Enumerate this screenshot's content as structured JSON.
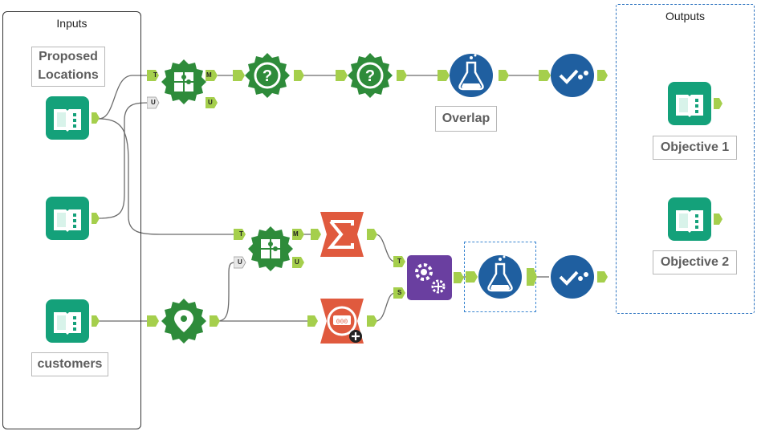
{
  "containers": {
    "inputs_title": "Inputs",
    "outputs_title": "Outputs"
  },
  "labels": {
    "proposed_locations": "Proposed\nLocations",
    "customers": "customers",
    "overlap": "Overlap",
    "objective1": "Objective 1",
    "objective2": "Objective 2"
  },
  "anchors": {
    "T": "T",
    "U": "U",
    "M": "M",
    "S": "S"
  },
  "colors": {
    "input_teal": "#14a17a",
    "spatial_green": "#2e8b3a",
    "formula_blue": "#1f5fa0",
    "summarize_orange": "#e05a3e",
    "macro_purple": "#6a3fa0",
    "anchor_green": "#a5cf4c",
    "wire": "#666666"
  },
  "tools": [
    {
      "name": "input-proposed-locations",
      "icon": "book-input-icon"
    },
    {
      "name": "input-2",
      "icon": "book-input-icon"
    },
    {
      "name": "input-customers",
      "icon": "book-input-icon"
    },
    {
      "name": "spatial-match-1",
      "icon": "puzzle-icon"
    },
    {
      "name": "filter-1",
      "icon": "question-icon"
    },
    {
      "name": "filter-2",
      "icon": "question-icon"
    },
    {
      "name": "formula-overlap",
      "icon": "flask-icon"
    },
    {
      "name": "output-check-1",
      "icon": "check-icon"
    },
    {
      "name": "spatial-match-2",
      "icon": "puzzle-icon"
    },
    {
      "name": "create-points",
      "icon": "location-pin-icon"
    },
    {
      "name": "summarize",
      "icon": "sigma-icon"
    },
    {
      "name": "record-id",
      "icon": "record-id-icon"
    },
    {
      "name": "batch-macro",
      "icon": "gears-icon"
    },
    {
      "name": "formula-2",
      "icon": "flask-icon"
    },
    {
      "name": "output-check-2",
      "icon": "check-icon"
    },
    {
      "name": "output-objective-1",
      "icon": "book-output-icon"
    },
    {
      "name": "output-objective-2",
      "icon": "book-output-icon"
    }
  ]
}
